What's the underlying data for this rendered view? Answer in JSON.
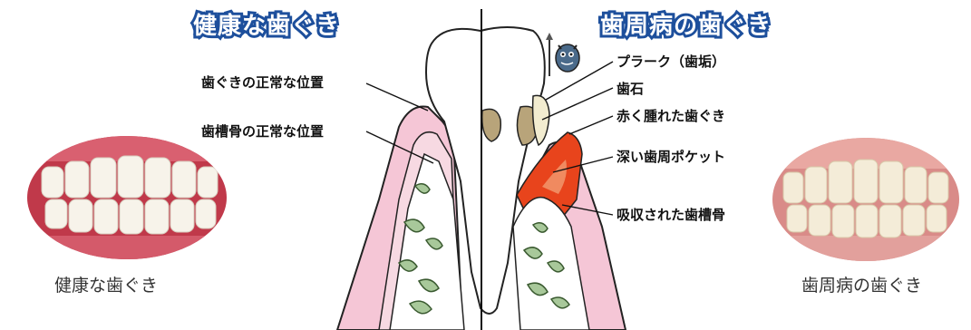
{
  "titles": {
    "healthy": "健康な歯ぐき",
    "disease": "歯周病の歯ぐき"
  },
  "left_labels": [
    {
      "text": "歯ぐきの正常な位置"
    },
    {
      "text": "歯槽骨の正常な位置"
    }
  ],
  "right_labels": [
    {
      "text": "プラーク（歯垢）"
    },
    {
      "text": "歯石"
    },
    {
      "text": "赤く腫れた歯ぐき"
    },
    {
      "text": "深い歯周ポケット"
    },
    {
      "text": "吸収された歯槽骨"
    }
  ],
  "captions": {
    "healthy": "健康な歯ぐき",
    "disease": "歯周病の歯ぐき"
  },
  "colors": {
    "title_fill": "#ffffff",
    "title_outline": "#1d4f9c",
    "gum": "#f5c6d6",
    "bone": "#a8c89a",
    "inflamed": "#e8441c",
    "calculus": "#b8a47a",
    "plaque": "#f2ecd0"
  }
}
